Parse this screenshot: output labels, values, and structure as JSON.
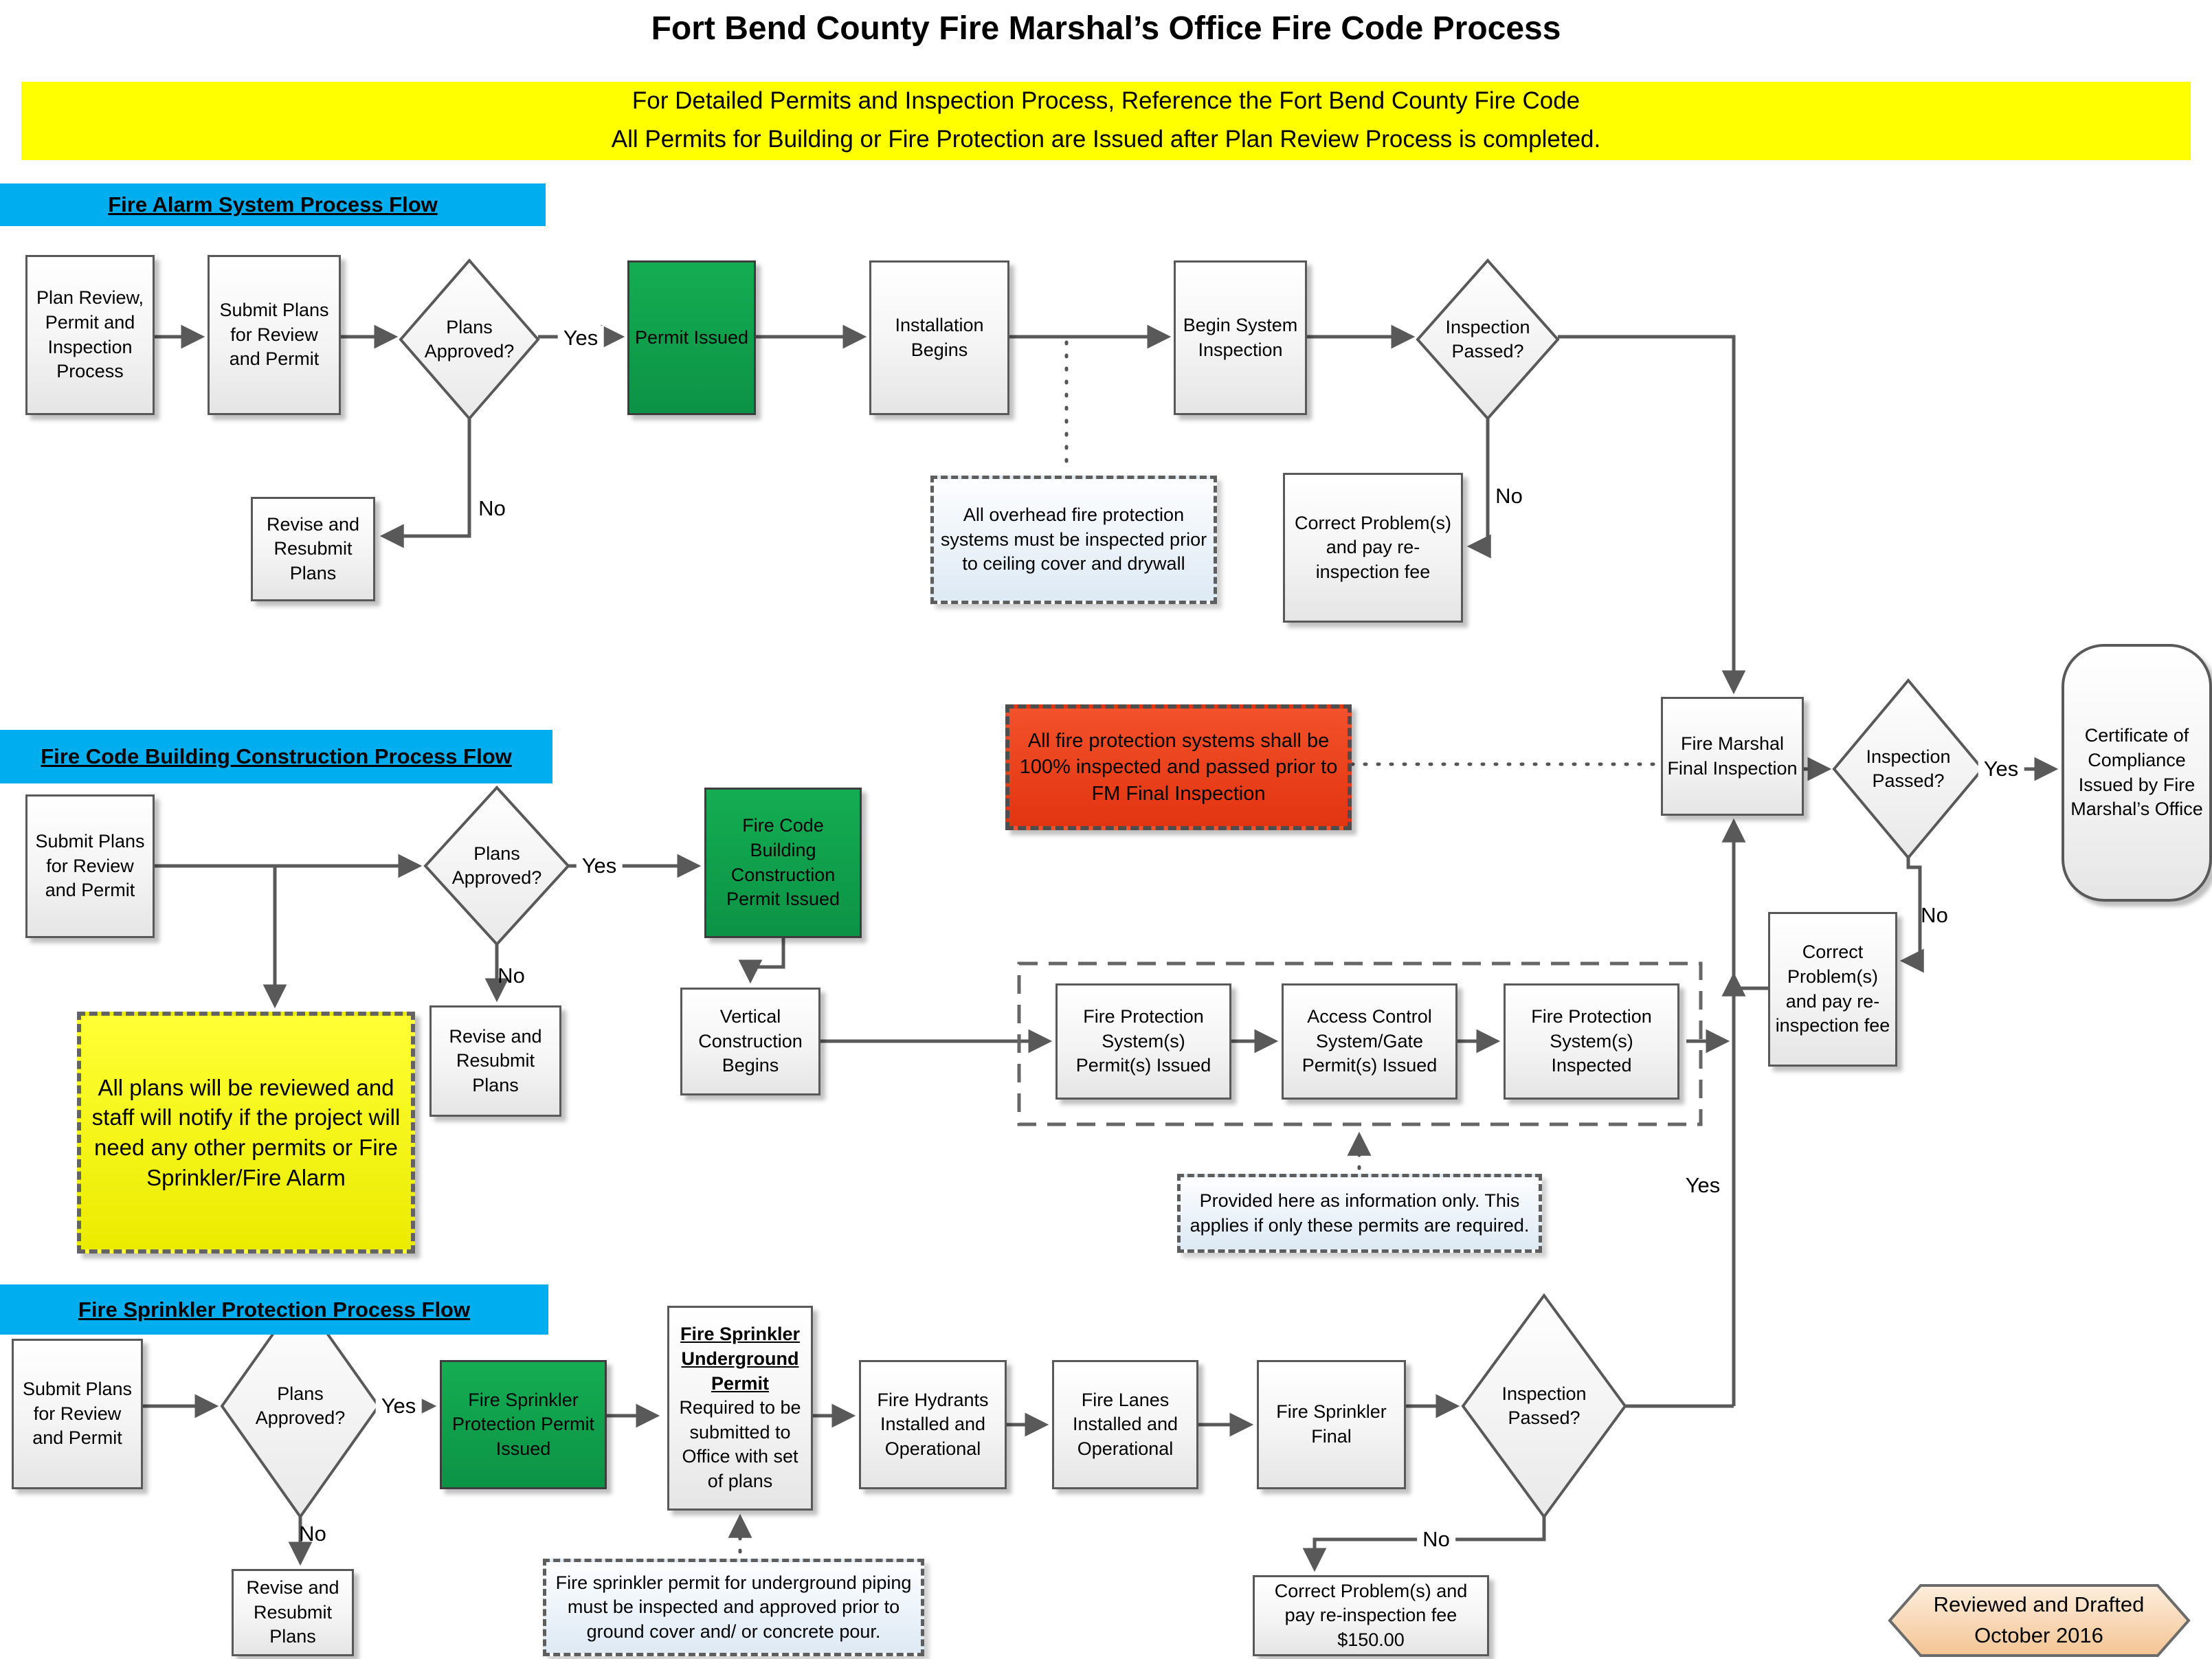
{
  "title": "Fort Bend County Fire Marshal’s Office Fire Code Process",
  "banner": {
    "line1": "For Detailed Permits and Inspection Process, Reference the Fort Bend County Fire Code",
    "line2": "All Permits for Building or Fire Protection are Issued after Plan Review Process is completed."
  },
  "sections": {
    "fire_alarm": {
      "header": "Fire Alarm System Process Flow"
    },
    "building": {
      "header": "Fire Code Building Construction Process Flow"
    },
    "sprinkler": {
      "header": "Fire Sprinkler Protection Process Flow"
    }
  },
  "nodes": {
    "fa_plan_review": "Plan Review, Permit and Inspection Process",
    "fa_submit": "Submit Plans for Review and Permit",
    "fa_plans_approved": "Plans Approved?",
    "fa_permit_issued": "Permit Issued",
    "fa_installation": "Installation Begins",
    "fa_begin_inspection": "Begin System Inspection",
    "fa_inspection_passed": "Inspection Passed?",
    "fa_revise": "Revise and Resubmit Plans",
    "fa_correct": "Correct Problem(s) and pay re-inspection fee",
    "fm_final": "Fire Marshal Final Inspection",
    "fm_inspection_passed": "Inspection Passed?",
    "certificate": "Certificate of Compliance Issued by Fire Marshal’s Office",
    "fm_correct": "Correct Problem(s) and pay re-inspection fee",
    "bc_submit": "Submit Plans for Review and Permit",
    "bc_plans_approved": "Plans Approved?",
    "bc_permit_issued": "Fire Code Building Construction Permit Issued",
    "bc_vertical": "Vertical Construction Begins",
    "bc_revise": "Revise and Resubmit Plans",
    "grp_fp_permits": "Fire Protection System(s) Permit(s) Issued",
    "grp_access": "Access Control System/Gate Permit(s) Issued",
    "grp_fp_inspected": "Fire Protection System(s) Inspected",
    "sp_submit": "Submit Plans for Review and Permit",
    "sp_plans_approved": "Plans Approved?",
    "sp_permit_issued": "Fire Sprinkler Protection Permit Issued",
    "sp_underground_title": "Fire Sprinkler Underground Permit",
    "sp_underground_body": "Required to be submitted to Office with set of plans",
    "sp_hydrants": "Fire Hydrants Installed and Operational",
    "sp_lanes": "Fire Lanes Installed and Operational",
    "sp_final": "Fire Sprinkler Final",
    "sp_inspection_passed": "Inspection Passed?",
    "sp_revise": "Revise and Resubmit Plans",
    "sp_correct": "Correct Problem(s) and pay re-inspection fee $150.00"
  },
  "notes": {
    "overhead": "All overhead fire protection systems must be inspected prior to ceiling cover and drywall",
    "all_fp": "All fire protection systems shall be 100% inspected and passed prior to FM Final Inspection",
    "all_plans": "All plans will be reviewed and staff will notify if the project will need any other permits or Fire Sprinkler/Fire Alarm",
    "provided": "Provided here as information only. This applies if only these permits are required.",
    "underground": "Fire sprinkler permit for underground piping must be inspected and approved prior to ground cover and/ or concrete pour."
  },
  "edge_labels": {
    "yes": "Yes",
    "no": "No"
  },
  "badge": {
    "line1": "Reviewed and Drafted",
    "line2": "October 2016"
  },
  "colors": {
    "header_band": "#00AEEF",
    "permit_green": "#0EA64E",
    "banner_yellow": "#FFFF00",
    "alert_red": "#E8421C",
    "badge_peach": "#F8D5AE",
    "line_gray": "#595959"
  }
}
